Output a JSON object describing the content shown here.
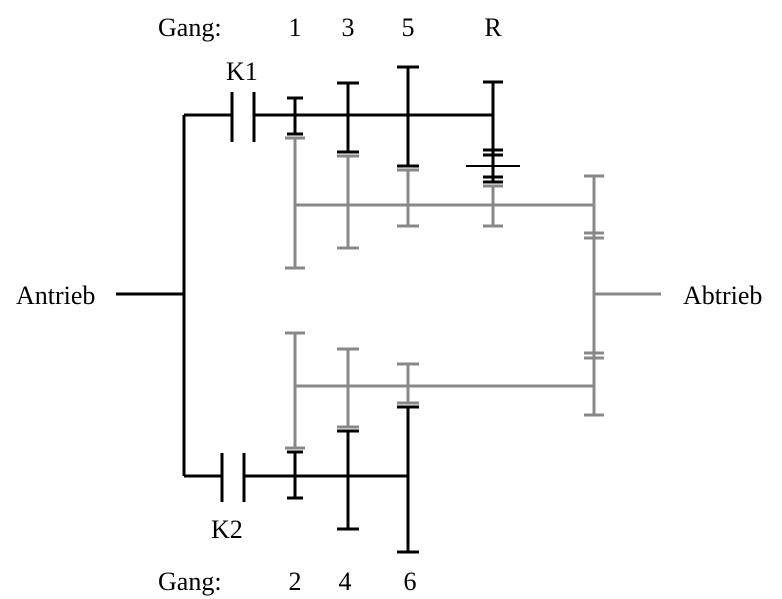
{
  "labels": {
    "gang_top": "Gang:",
    "gang_bottom": "Gang:",
    "clutch_1": "K1",
    "clutch_2": "K2",
    "input": "Antrieb",
    "output": "Abtrieb"
  },
  "gears_top": [
    "1",
    "3",
    "5",
    "R"
  ],
  "gears_bottom": [
    "2",
    "4",
    "6"
  ],
  "colors": {
    "input_side": "#000000",
    "output_side": "#888888"
  }
}
